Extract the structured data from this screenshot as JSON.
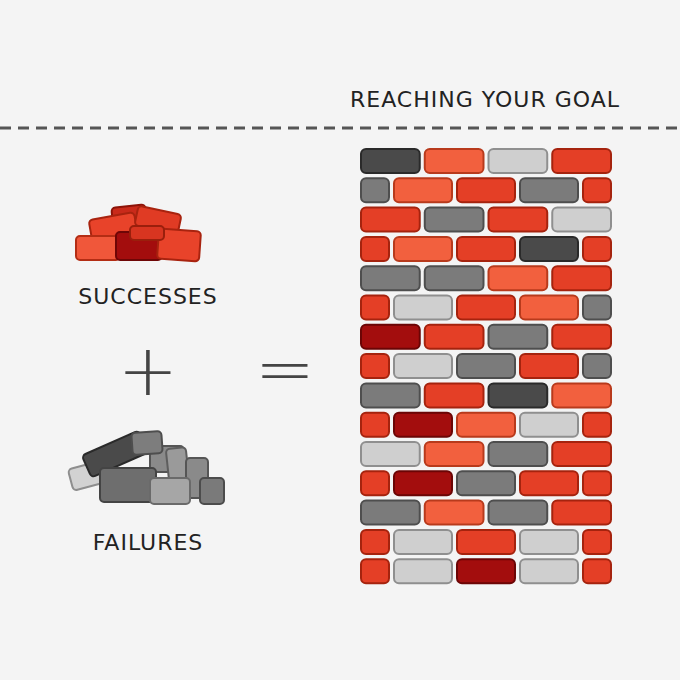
{
  "diagram": {
    "title": "REACHING YOUR GOAL",
    "labels": [
      "SUCCESSES",
      "+",
      "FAILURES",
      "="
    ]
  }
}
